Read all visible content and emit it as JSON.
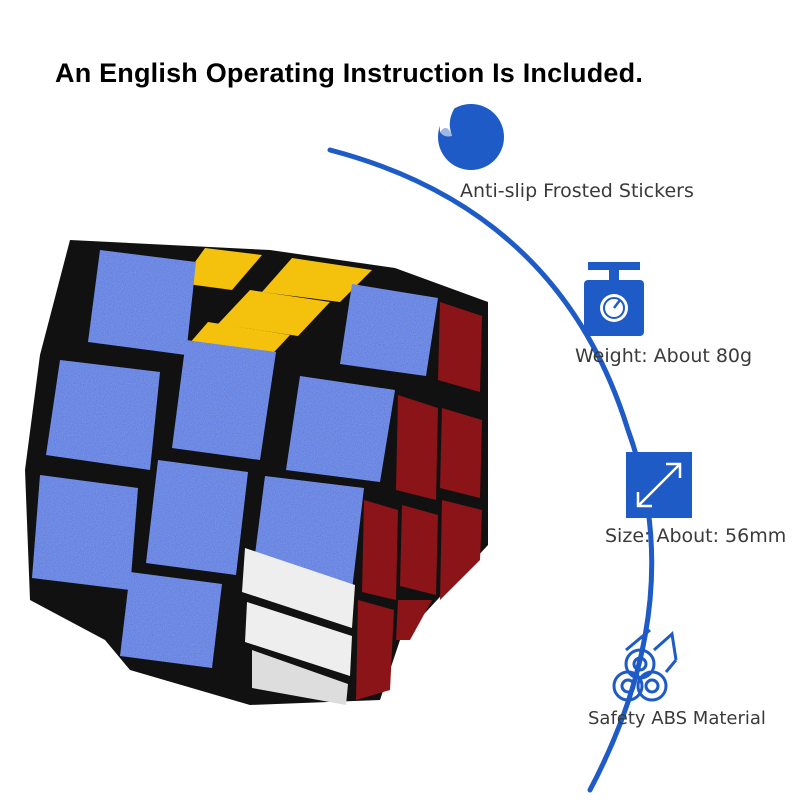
{
  "headline": "An English Operating Instruction Is Included.",
  "colors": {
    "accent_blue": "#1e5bc6",
    "sticker_blue": "#4d76e0",
    "sticker_yellow": "#f4c20d",
    "sticker_red": "#8a1418",
    "sticker_white": "#eeeeee",
    "cube_body": "#111111"
  },
  "features": [
    {
      "icon": "sticker-peel-icon",
      "label": "Anti-slip Frosted Stickers"
    },
    {
      "icon": "scale-icon",
      "label": "Weight: About 80g"
    },
    {
      "icon": "resize-arrows-icon",
      "label": "Size: About: 56mm"
    },
    {
      "icon": "abs-pipes-icon",
      "label": "Safety ABS Material"
    }
  ]
}
